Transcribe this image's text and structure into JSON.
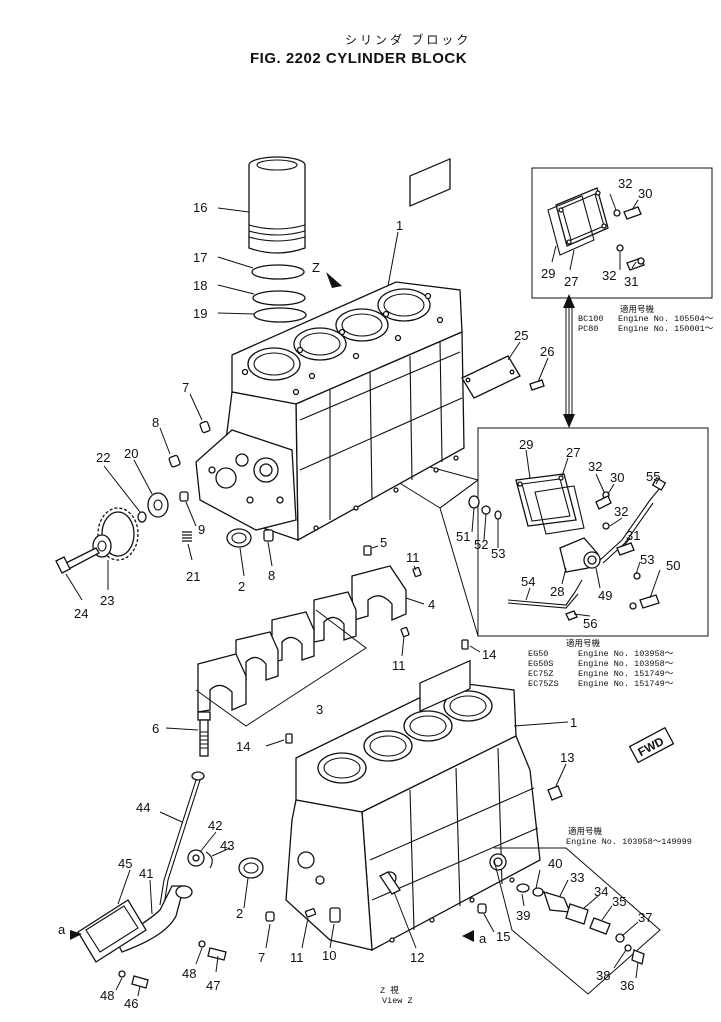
{
  "header": {
    "title_jp": "シリンダ ブロック",
    "title": "FIG. 2202  CYLINDER BLOCK"
  },
  "view_label": {
    "z_mark": "Z",
    "jp": "Z 視",
    "en": "View Z"
  },
  "arrow_marks": {
    "z": "Z",
    "a_left": "a",
    "a_bottom": "a"
  },
  "fwd_tag": "FWD",
  "callouts": {
    "c1": "1",
    "c1b": "1",
    "c2": "2",
    "c2b": "2",
    "c3": "3",
    "c4": "4",
    "c5": "5",
    "c6": "6",
    "c7": "7",
    "c7b": "7",
    "c8": "8",
    "c8b": "8",
    "c9": "9",
    "c10": "10",
    "c11": "11",
    "c11b": "11",
    "c11c": "11",
    "c12": "12",
    "c13": "13",
    "c14": "14",
    "c14b": "14",
    "c15": "15",
    "c16": "16",
    "c17": "17",
    "c18": "18",
    "c19": "19",
    "c20": "20",
    "c21": "21",
    "c22": "22",
    "c23": "23",
    "c24": "24",
    "c25": "25",
    "c26": "26",
    "c27": "27",
    "c27b": "27",
    "c28": "28",
    "c29": "29",
    "c29b": "29",
    "c30": "30",
    "c30b": "30",
    "c31": "31",
    "c31b": "31",
    "c32": "32",
    "c32b": "32",
    "c32c": "32",
    "c32d": "32",
    "c33": "33",
    "c34": "34",
    "c35": "35",
    "c36": "36",
    "c37": "37",
    "c38": "38",
    "c39": "39",
    "c40": "40",
    "c41": "41",
    "c42": "42",
    "c43": "43",
    "c44": "44",
    "c45": "45",
    "c46": "46",
    "c47": "47",
    "c48": "48",
    "c48b": "48",
    "c49": "49",
    "c50": "50",
    "c51": "51",
    "c52": "52",
    "c53": "53",
    "c53b": "53",
    "c54": "54",
    "c55": "55",
    "c56": "56"
  },
  "notes": {
    "top_right": {
      "header": "適用号機",
      "rows": [
        {
          "model": "BC100",
          "text": "Engine  No. 105504～"
        },
        {
          "model": "PC80",
          "text": "Engine  No. 150001～"
        }
      ]
    },
    "middle": {
      "header": "適用号機",
      "rows": [
        {
          "model": "EG50",
          "text": "Engine  No. 103958～"
        },
        {
          "model": "EG50S",
          "text": "Engine  No. 103958～"
        },
        {
          "model": "EC75Z",
          "text": "Engine  No. 151749～"
        },
        {
          "model": "EC75ZS",
          "text": "Engine  No. 151749～"
        }
      ]
    },
    "bottom_right": {
      "header": "適用号機",
      "row": "Engine  No. 103958～149999"
    }
  },
  "colors": {
    "ink": "#111111",
    "paper": "#ffffff"
  }
}
